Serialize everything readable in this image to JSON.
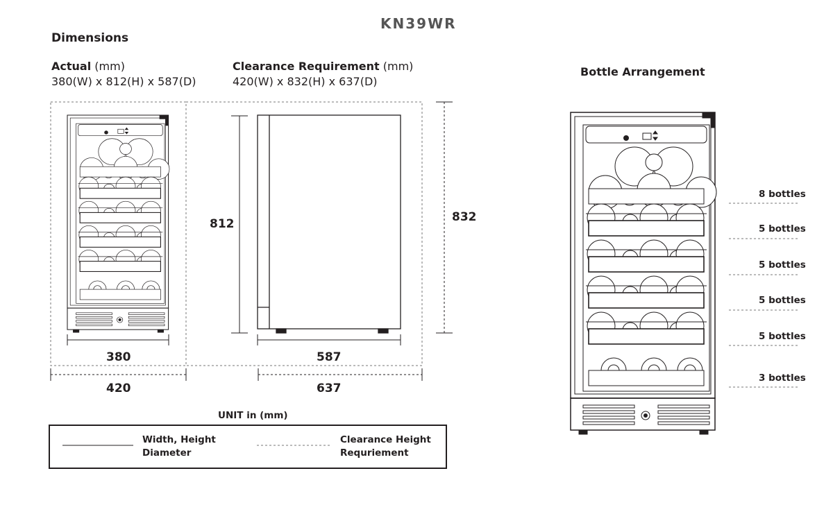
{
  "model": "KN39WR",
  "dimensions": {
    "title": "Dimensions",
    "actual_label": "Actual",
    "actual_unit": "(mm)",
    "actual_value": "380(W) x 812(H) x 587(D)",
    "clearance_label": "Clearance Requirement",
    "clearance_unit": "(mm)",
    "clearance_value": "420(W) x 832(H) x 637(D)",
    "width_actual": "380",
    "width_clearance": "420",
    "depth_actual": "587",
    "depth_clearance": "637",
    "height_actual": "812",
    "height_clearance": "832"
  },
  "legend": {
    "title": "UNIT in (mm)",
    "solid_label_1": "Width, Height",
    "solid_label_2": "Diameter",
    "dashed_label_1": "Clearance Height",
    "dashed_label_2": "Requriement"
  },
  "bottle_arrangement": {
    "title": "Bottle Arrangement",
    "shelves": [
      "8 bottles",
      "5 bottles",
      "5 bottles",
      "5 bottles",
      "5 bottles",
      "3 bottles"
    ]
  }
}
